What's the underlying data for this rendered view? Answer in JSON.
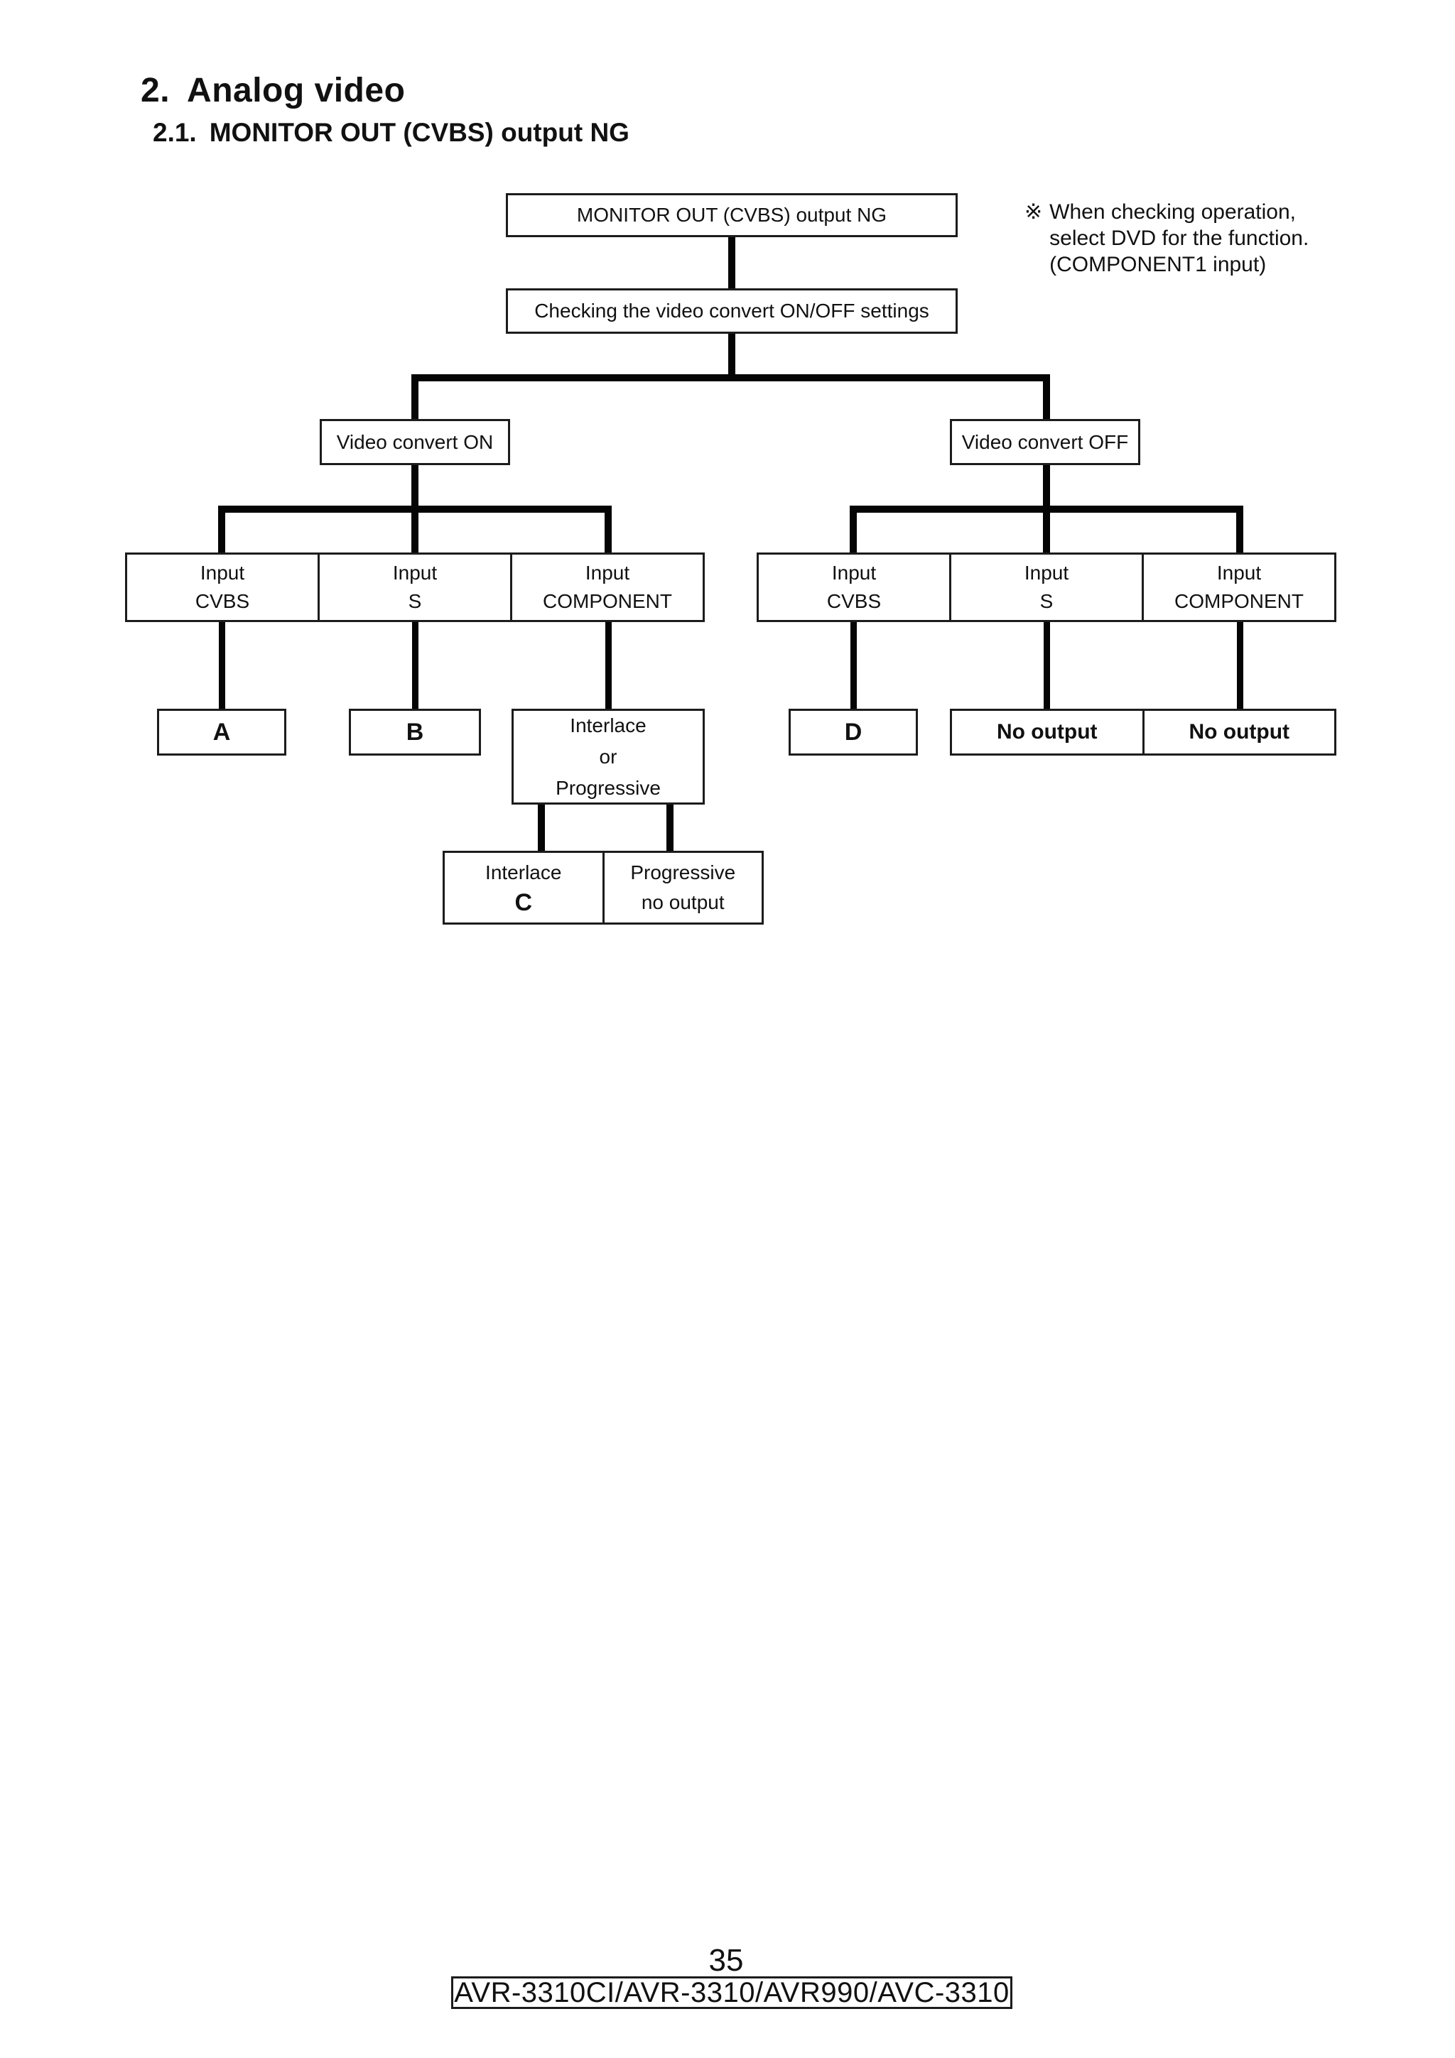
{
  "titles": {
    "section_number": "2.",
    "section": "Analog video",
    "subsection_number": "2.1.",
    "subsection": "MONITOR OUT (CVBS) output NG"
  },
  "note": {
    "marker": "※",
    "line1": "When checking operation,",
    "line2": "select DVD for the function.",
    "line3": "(COMPONENT1 input)"
  },
  "flowchart": {
    "root": "MONITOR OUT (CVBS) output NG",
    "check": "Checking the video convert ON/OFF settings",
    "on": {
      "label": "Video convert ON",
      "inputs": [
        {
          "line1": "Input",
          "line2": "CVBS"
        },
        {
          "line1": "Input",
          "line2": "S"
        },
        {
          "line1": "Input",
          "line2": "COMPONENT"
        }
      ],
      "results": {
        "cvbs": "A",
        "s": "B",
        "component": {
          "line1": "Interlace",
          "line2": "or",
          "line3": "Progressive"
        }
      },
      "component_outcomes": {
        "interlace": {
          "line1": "Interlace",
          "line2": "C"
        },
        "progressive": {
          "line1": "Progressive",
          "line2": "no output"
        }
      }
    },
    "off": {
      "label": "Video convert OFF",
      "inputs": [
        {
          "line1": "Input",
          "line2": "CVBS"
        },
        {
          "line1": "Input",
          "line2": "S"
        },
        {
          "line1": "Input",
          "line2": "COMPONENT"
        }
      ],
      "results": {
        "cvbs": "D",
        "s": "No output",
        "component": "No output"
      }
    }
  },
  "footer": {
    "page_number": "35",
    "models": "AVR-3310CI/AVR-3310/AVR990/AVC-3310"
  }
}
